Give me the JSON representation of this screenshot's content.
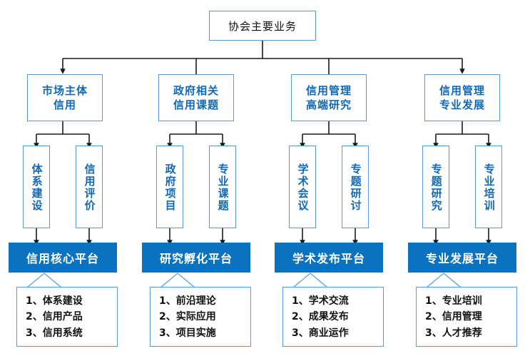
{
  "diagram": {
    "root": {
      "label": "协会主要业务"
    },
    "categories": [
      {
        "label_line1": "市场主体",
        "label_line2": "信用"
      },
      {
        "label_line1": "政府相关",
        "label_line2": "信用课题"
      },
      {
        "label_line1": "信用管理",
        "label_line2": "高端研究"
      },
      {
        "label_line1": "信用管理",
        "label_line2": "专业发展"
      }
    ],
    "subitems": [
      {
        "label": "体系建设"
      },
      {
        "label": "信用评价"
      },
      {
        "label": "政府项目"
      },
      {
        "label": "专业课题"
      },
      {
        "label": "学术会议"
      },
      {
        "label": "专题研讨"
      },
      {
        "label": "专题研究"
      },
      {
        "label": "专业培训"
      }
    ],
    "platforms": [
      {
        "label": "信用核心平台"
      },
      {
        "label": "研究孵化平台"
      },
      {
        "label": "学术发布平台"
      },
      {
        "label": "专业发展平台"
      }
    ],
    "callouts": [
      {
        "items": [
          {
            "num": "1、",
            "text": "体系建设"
          },
          {
            "num": "2、",
            "text": "信用产品"
          },
          {
            "num": "3、",
            "text": "信用系统"
          }
        ]
      },
      {
        "items": [
          {
            "num": "1、",
            "text": "前沿理论"
          },
          {
            "num": "2、",
            "text": "实际应用"
          },
          {
            "num": "3、",
            "text": "项目实施"
          }
        ]
      },
      {
        "items": [
          {
            "num": "1、",
            "text": "学术交流"
          },
          {
            "num": "2、",
            "text": "成果发布"
          },
          {
            "num": "3、",
            "text": "商业运作"
          }
        ]
      },
      {
        "items": [
          {
            "num": "1、",
            "text": "专业培训"
          },
          {
            "num": "2、",
            "text": "信用管理"
          },
          {
            "num": "3、",
            "text": "人才推荐"
          }
        ]
      }
    ],
    "colors": {
      "box_border": "#5B9BD5",
      "box_text": "#1268B3",
      "platform_fill": "#0B72BF",
      "platform_text": "#FFFFFF",
      "connector": "#1A1A1A",
      "root_text": "#101010"
    }
  }
}
